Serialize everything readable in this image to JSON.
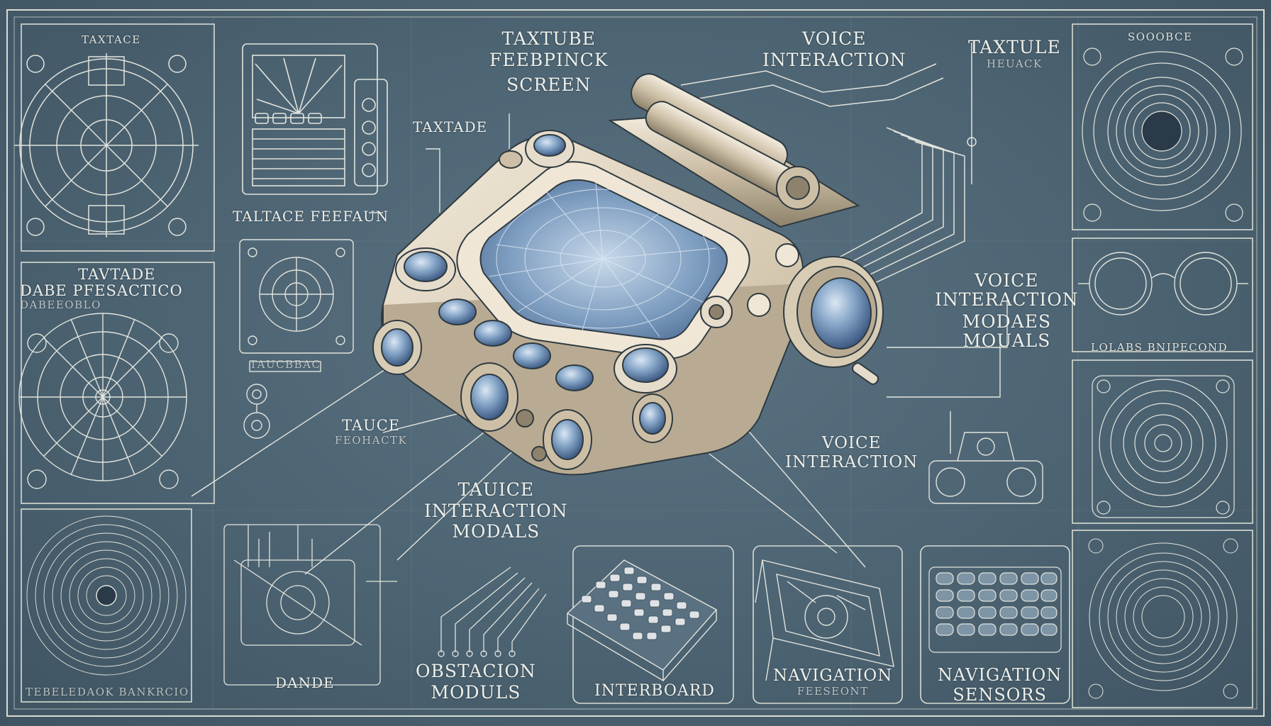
{
  "title": "",
  "labels": {
    "center_top_1": "TAXTUBE",
    "center_top_2": "FEEBPINCK",
    "center_top_3": "SCREEN",
    "voice_top_1": "VOICE",
    "voice_top_2": "INTERACTION",
    "taxtule_right_1": "TAXTULE",
    "taxtule_right_2": "HEUACK",
    "taxtade_mid": "TAXTADE",
    "taltace_feefaun": "TALTACE FEEFAUN",
    "top_left_corner": "TAXTACE",
    "top_right_corner": "SOOOBCE",
    "left_stack_1": "TAVTADE",
    "left_stack_2": "DABE PFESACTICO",
    "left_stack_3": "DABEEOBLO",
    "left_small_mid": "TAUCBBAC",
    "taulce_1": "TAUCE",
    "taulce_2": "FEOHACTK",
    "voice_right_1": "VOICE",
    "voice_right_2": "INTERACTION",
    "voice_right_3": "MODAES",
    "voice_right_4": "MOUALS",
    "right_small": "LOLABS BNIPECOND",
    "voice_lower_1": "VOICE",
    "voice_lower_2": "INTERACTION",
    "tauice_1": "TAUICE",
    "tauice_2": "INTERACTION",
    "tauice_3": "MODALS",
    "obstacion_1": "OBSTACION",
    "obstacion_2": "MODULS",
    "dande": "DANDE",
    "bottom_left": "TEBELEDAOK BANKRCIO",
    "interboard": "INTERBOARD",
    "navigation_mid_1": "NAVIGATION",
    "navigation_mid_2": "FEESEONT",
    "navigation_right_1": "NAVIGATION",
    "navigation_right_2": "SENSORS"
  },
  "colors": {
    "background": "#4d6474",
    "line": "#d9dcd2",
    "ink": "#eef0ea",
    "device_body": "#e6dccb",
    "device_shadow": "#b9ab93",
    "lens": "#7f9fc2",
    "lens_dark": "#3f5f86"
  }
}
